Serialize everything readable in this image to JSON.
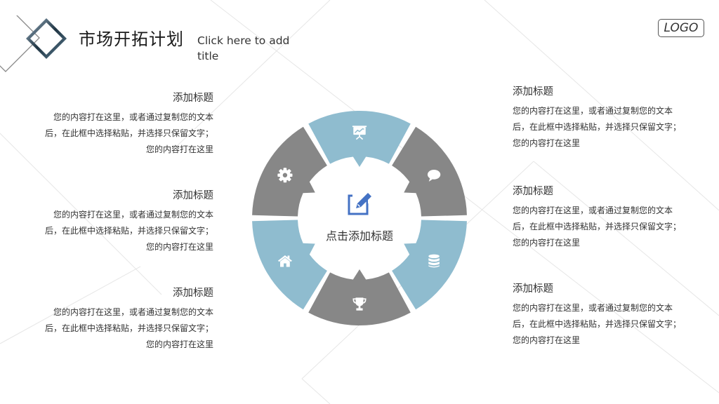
{
  "header": {
    "title": "市场开拓计划",
    "subtitle": "Click here to add title",
    "logo": "LOGO"
  },
  "colors": {
    "blue": "#8fbccf",
    "gray": "#878787",
    "icon": "#ffffff",
    "center_icon": "#4472c4"
  },
  "left_blocks": [
    {
      "title": "添加标题",
      "body": "您的内容打在这里，或者通过复制您的文本后，在此框中选择粘贴，并选择只保留文字；您的内容打在这里"
    },
    {
      "title": "添加标题",
      "body": "您的内容打在这里，或者通过复制您的文本后，在此框中选择粘贴，并选择只保留文字；您的内容打在这里"
    },
    {
      "title": "添加标题",
      "body": "您的内容打在这里，或者通过复制您的文本后，在此框中选择粘贴，并选择只保留文字；您的内容打在这里"
    }
  ],
  "right_blocks": [
    {
      "title": "添加标题",
      "body": "您的内容打在这里，或者通过复制您的文本后，在此框中选择粘贴，并选择只保留文字；您的内容打在这里"
    },
    {
      "title": "添加标题",
      "body": "您的内容打在这里，或者通过复制您的文本后，在此框中选择粘贴，并选择只保留文字；您的内容打在这里"
    },
    {
      "title": "添加标题",
      "body": "您的内容打在这里，或者通过复制您的文本后，在此框中选择粘贴，并选择只保留文字；您的内容打在这里"
    }
  ],
  "wheel": {
    "center_title": "点击添加标题",
    "center_icon": "edit-icon",
    "segments": [
      {
        "color": "blue",
        "icon": "presentation-board-icon"
      },
      {
        "color": "gray",
        "icon": "speech-bubble-icon"
      },
      {
        "color": "blue",
        "icon": "database-icon"
      },
      {
        "color": "gray",
        "icon": "trophy-icon"
      },
      {
        "color": "blue",
        "icon": "home-icon"
      },
      {
        "color": "gray",
        "icon": "gear-icon"
      }
    ]
  }
}
